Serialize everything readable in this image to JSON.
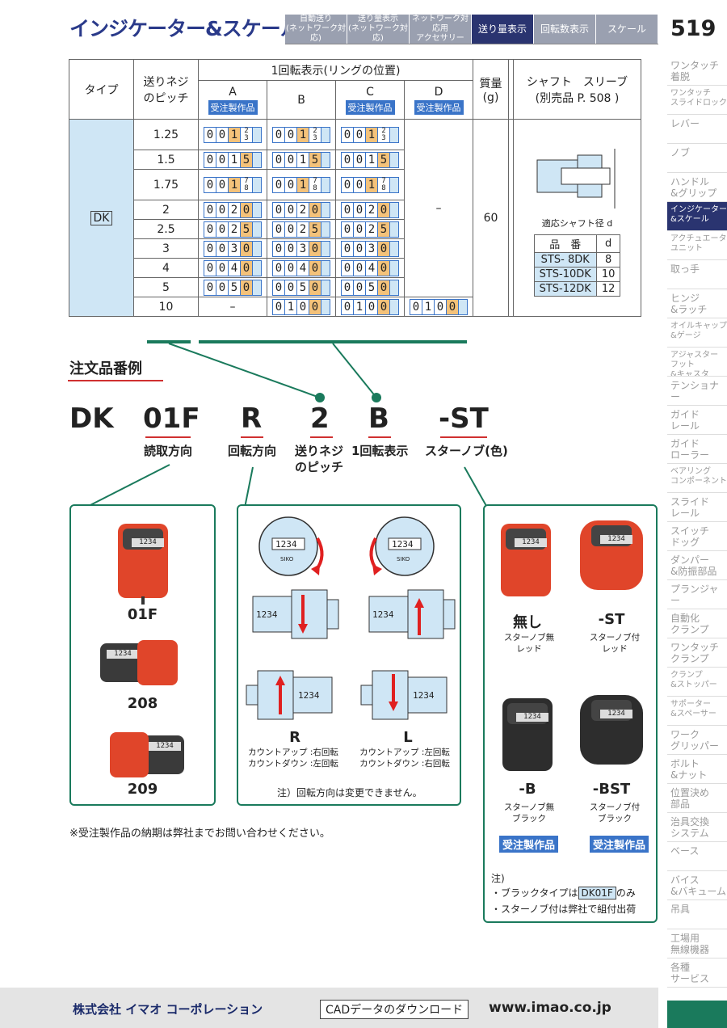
{
  "header": {
    "title": "インジケーター&スケール",
    "page_number": "519",
    "tabs": [
      {
        "label": "自動送り\n(ネットワーク対応)",
        "active": false
      },
      {
        "label": "送り量表示\n(ネットワーク対応)",
        "active": false
      },
      {
        "label": "ネットワーク対応用\nアクセサリー",
        "active": false
      },
      {
        "label": "送り量表示",
        "active": true
      },
      {
        "label": "回転数表示",
        "active": false
      },
      {
        "label": "スケール",
        "active": false
      }
    ]
  },
  "sidebar": [
    "ワンタッチ\n着脱",
    "ワンタッチ\nスライドロック",
    "レバー",
    "ノブ",
    "ハンドル\n&グリップ",
    "インジケーター\n&スケール",
    "アクチュエータ\nユニット",
    "取っ手",
    "ヒンジ\n&ラッチ",
    "オイルキャップ\n&ゲージ",
    "アジャスター\nフット\n&キャスタ",
    "テンショナー",
    "ガイド\nレール",
    "ガイド\nローラー",
    "ベアリング\nコンポーネント",
    "スライド\nレール",
    "スイッチ\nドッグ",
    "ダンパー\n&防振部品",
    "プランジャー",
    "自動化\nクランプ",
    "ワンタッチ\nクランプ",
    "クランプ\n&ストッパー",
    "サポーター\n&スペーサー",
    "ワーク\nグリッパー",
    "ボルト\n&ナット",
    "位置決め\n部品",
    "治具交換\nシステム",
    "ベース",
    "バイス\n&バキューム",
    "吊具",
    "工場用\n無線機器",
    "各種\nサービス"
  ],
  "table": {
    "h_type": "タイプ",
    "h_pitch": "送りネジ\nのピッチ",
    "h_rotation": "1回転表示(リングの位置)",
    "h_mass": "質量\n(g)",
    "h_shaft": "シャフト　スリーブ\n(別売品 P. 508 )",
    "cols": [
      {
        "name": "A",
        "tag": "受注製作品"
      },
      {
        "name": "B",
        "tag": ""
      },
      {
        "name": "C",
        "tag": "受注製作品"
      },
      {
        "name": "D",
        "tag": "受注製作品"
      }
    ],
    "type_value": "DK",
    "mass_value": "60",
    "dash": "–",
    "rows": [
      {
        "pitch": "1.25",
        "A": "0012/3",
        "B": "0012/3",
        "C": "0012/3"
      },
      {
        "pitch": "1.5",
        "A": "0015",
        "B": "0015",
        "C": "0015"
      },
      {
        "pitch": "1.75",
        "A": "0017/8",
        "B": "0017/8",
        "C": "0017/8"
      },
      {
        "pitch": "2",
        "A": "0020",
        "B": "0020",
        "C": "0020"
      },
      {
        "pitch": "2.5",
        "A": "0025",
        "B": "0025",
        "C": "0025"
      },
      {
        "pitch": "3",
        "A": "0030",
        "B": "0030",
        "C": "0030"
      },
      {
        "pitch": "4",
        "A": "0040",
        "B": "0040",
        "C": "0040"
      },
      {
        "pitch": "5",
        "A": "0050",
        "B": "0050",
        "C": "0050"
      },
      {
        "pitch": "10",
        "A": "–",
        "B": "0100",
        "C": "0100",
        "D": "0100"
      }
    ],
    "shaft_label": "適応シャフト径 d",
    "sleeve_head": [
      "品　番",
      "d"
    ],
    "sleeves": [
      [
        "STS- 8DK",
        "8"
      ],
      [
        "STS-10DK",
        "10"
      ],
      [
        "STS-12DK",
        "12"
      ]
    ]
  },
  "order": {
    "title": "注文品番例",
    "codes": [
      "DK",
      "01F",
      "R",
      "2",
      "B",
      "-ST"
    ],
    "labels": [
      "読取方向",
      "回転方向",
      "送りネジ\nのピッチ",
      "1回転表示",
      "スターノブ(色)"
    ]
  },
  "box1": {
    "items": [
      "01F",
      "208",
      "209"
    ],
    "digits": "1234"
  },
  "box2": {
    "r": "R",
    "l": "L",
    "r_note": "カウントアップ :右回転\nカウントダウン :左回転",
    "l_note": "カウントアップ :左回転\nカウントダウン :右回転",
    "footnote": "注）回転方向は変更できません。",
    "digits": "1234",
    "brand": "SIKO"
  },
  "box3": {
    "items": [
      {
        "code": "無し",
        "desc": "スターノブ無\nレッド",
        "tag": ""
      },
      {
        "code": "-ST",
        "desc": "スターノブ付\nレッド",
        "tag": ""
      },
      {
        "code": "-B",
        "desc": "スターノブ無\nブラック",
        "tag": "受注製作品"
      },
      {
        "code": "-BST",
        "desc": "スターノブ付\nブラック",
        "tag": "受注製作品"
      }
    ],
    "notes_head": "注)",
    "note1_a": "・ブラックタイプは",
    "note1_b": "DK01F",
    "note1_c": "のみ",
    "note2": "・スターノブ付は弊社で組付出荷"
  },
  "footnote_main": "※受注製作品の納期は弊社までお問い合わせください。",
  "footer": {
    "logo": "株式会社 イマオ コーポレーション",
    "cad": "CADデータのダウンロード",
    "url": "www.imao.co.jp"
  },
  "colors": {
    "navy": "#2a3470",
    "green": "#1a7a5c",
    "lightblue": "#cfe6f5",
    "blue_tag": "#3a74c8",
    "red": "#e0452a"
  }
}
